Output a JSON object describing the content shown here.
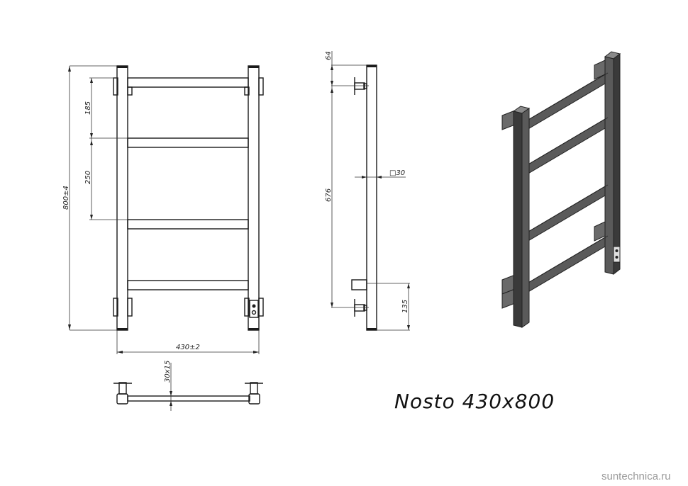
{
  "drawing": {
    "title": "Nosto 430x800",
    "watermark": "suntechnica.ru",
    "front_view": {
      "height_dim": "800±4",
      "width_dim": "430±2",
      "spacing_top": "185",
      "spacing_mid": "250",
      "bars": 4
    },
    "side_view": {
      "top_offset_dim": "64",
      "mount_spacing_dim": "676",
      "tube_section_dim": "□30",
      "bottom_offset_dim": "135"
    },
    "top_view": {
      "bar_section_dim": "30x15"
    },
    "iso_view": {
      "label": "isometric-render"
    },
    "colors": {
      "line": "#1a1a1a",
      "iso_fill": "#5a5a5a",
      "iso_dark": "#2e2e2e",
      "iso_light": "#8a8a8a"
    }
  }
}
